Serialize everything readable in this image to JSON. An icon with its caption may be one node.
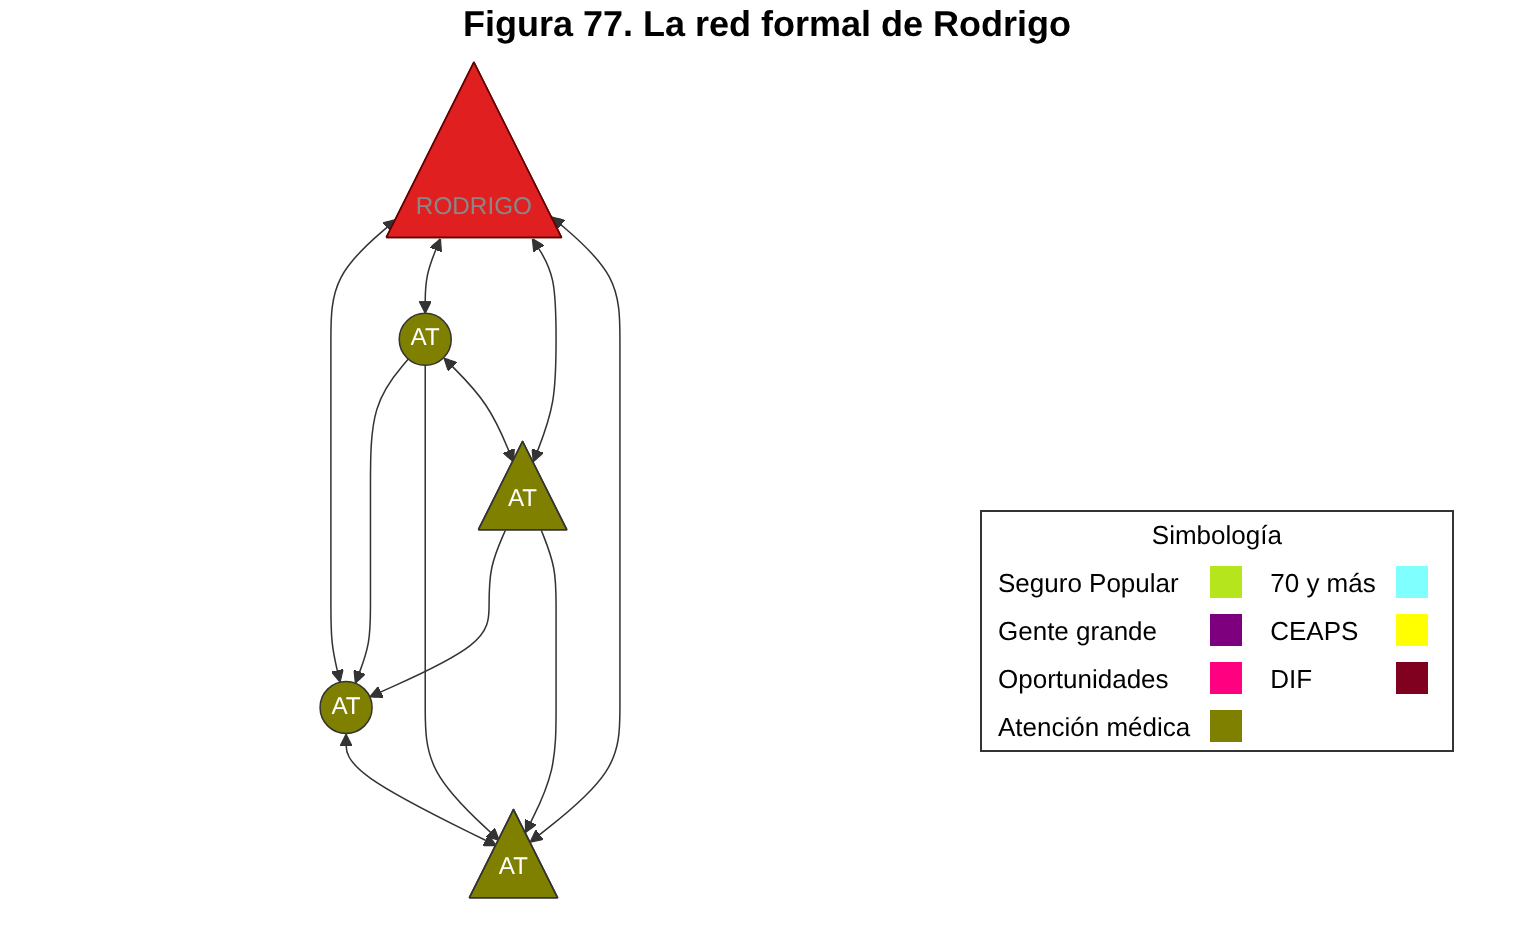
{
  "diagram": {
    "title": "Figura 77. La red formal de Rodrigo",
    "nodes": [
      {
        "text": [
          "RODRIGO"
        ]
      },
      {
        "text": [
          "AT"
        ]
      },
      {
        "text": [
          "AT"
        ]
      },
      {
        "text": [
          "AT"
        ]
      },
      {
        "text": [
          "AT"
        ]
      }
    ],
    "edges": [
      {
        "from": 0,
        "to": 1,
        "arrow": "both"
      },
      {
        "from": 0,
        "to": 2,
        "arrow": "both"
      },
      {
        "from": 0,
        "to": 3,
        "arrow": "both"
      },
      {
        "from": 0,
        "to": 4,
        "arrow": "both"
      },
      {
        "from": 2,
        "to": 1,
        "arrow": "to"
      },
      {
        "from": 2,
        "to": 4,
        "arrow": "to"
      },
      {
        "from": 2,
        "to": 3,
        "arrow": "both"
      },
      {
        "from": 3,
        "to": 1,
        "arrow": "to"
      },
      {
        "from": 3,
        "to": 4,
        "arrow": "to"
      },
      {
        "from": 1,
        "to": 4,
        "arrow": "both"
      }
    ],
    "labels": [
      "Simbología"
    ],
    "legend": [
      {
        "text": "Seguro Popular",
        "color": "#b5e61d"
      },
      {
        "text": "70 y más",
        "color": "#80ffff"
      },
      {
        "text": "Gente grande",
        "color": "#7f007f"
      },
      {
        "text": "CEAPS",
        "color": "#ffff00"
      },
      {
        "text": "Oportunidades",
        "color": "#ff0080"
      },
      {
        "text": "DIF",
        "color": "#800020"
      },
      {
        "text": "Atención médica",
        "color": "#808000"
      }
    ]
  }
}
